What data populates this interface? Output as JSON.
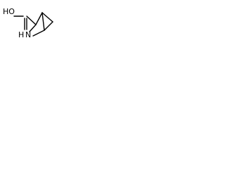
{
  "molecule": {
    "labels": {
      "hydroxyl": "HO",
      "amine": "N",
      "amine_hydrogen": "H"
    },
    "bond_color": "#000000",
    "text_color": "#000000"
  }
}
